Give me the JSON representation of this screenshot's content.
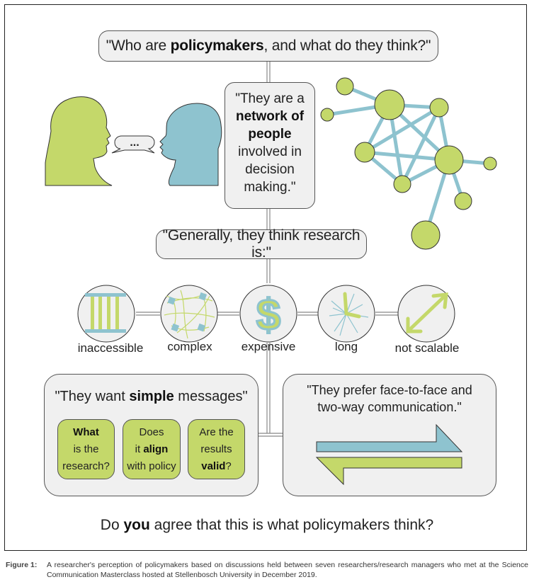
{
  "colors": {
    "green": "#c4d86a",
    "blue": "#8ec3cf",
    "box_fill": "#f0f0f0",
    "connector": "#888888"
  },
  "top_question": {
    "pre": "\"Who are ",
    "bold": "policymakers",
    "post": ", and what do they think?\""
  },
  "speech_bubble": {
    "text": "..."
  },
  "network_box": {
    "line1": "\"They are a",
    "bold1": "network of",
    "bold2": "people",
    "line2": "involved in",
    "line3": "decision",
    "line4": "making.\""
  },
  "research_header": {
    "text": "\"Generally, they think research is:\""
  },
  "research_attributes": [
    {
      "label": "inaccessible",
      "icon": "gate-bars-icon"
    },
    {
      "label": "complex",
      "icon": "tangled-web-icon"
    },
    {
      "label": "expensive",
      "icon": "dollar-sign-icon"
    },
    {
      "label": "long",
      "icon": "clock-icon"
    },
    {
      "label": "not scalable",
      "icon": "diagonal-double-arrow-icon"
    }
  ],
  "simple_messages": {
    "pre": "\"They want ",
    "bold": "simple",
    "post": " messages\"",
    "cards": [
      {
        "l1_bold": "What",
        "l2": "is the",
        "l3": "research?"
      },
      {
        "l1": "Does",
        "l2_pre": "it ",
        "l2_bold": "align",
        "l3": "with policy"
      },
      {
        "l1": "Are the",
        "l2": "results",
        "l3_bold": "valid",
        "l3_post": "?"
      }
    ]
  },
  "face_to_face": {
    "line1": "\"They prefer face-to-face and",
    "line2": "two-way communication.\""
  },
  "bottom_question": {
    "pre": "Do ",
    "bold": "you",
    "post": " agree that this is what policymakers think?"
  },
  "caption": {
    "label": "Figure 1:",
    "text": "A researcher's perception of policymakers based on discussions held between seven researchers/research managers who met at the Science Communication Masterclass hosted at Stellenbosch University in December 2019."
  }
}
